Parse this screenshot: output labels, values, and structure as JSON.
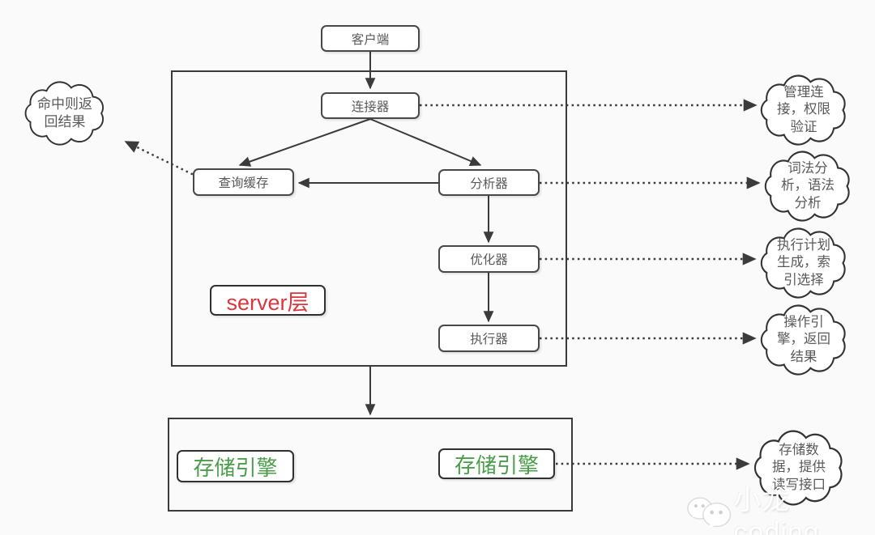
{
  "diagram": {
    "type": "flowchart",
    "subject": "MySQL query execution architecture"
  },
  "nodes": {
    "client": "客户端",
    "connector": "连接器",
    "query_cache": "查询缓存",
    "analyzer": "分析器",
    "optimizer": "优化器",
    "executor": "执行器"
  },
  "labels": {
    "server_layer": "server层",
    "storage_engine_left": "存储引擎",
    "storage_engine_right": "存储引擎"
  },
  "clouds": {
    "cache_hit": "命中则返回结果",
    "connection": "管理连接，权限验证",
    "analysis": "词法分析，语法分析",
    "plan": "执行计划生成，索引选择",
    "execute": "操作引擎，返回结果",
    "storage": "存储数据，提供读写接口"
  },
  "watermark": {
    "text": "小龙coding",
    "icon": "wechat-icon"
  },
  "colors": {
    "background": "#fafafa",
    "stroke": "#3b3b3b",
    "node_text": "#595959",
    "server_label_text": "#d9363e",
    "storage_label_text": "#4a9e4a",
    "node_fill": "#ffffff"
  }
}
